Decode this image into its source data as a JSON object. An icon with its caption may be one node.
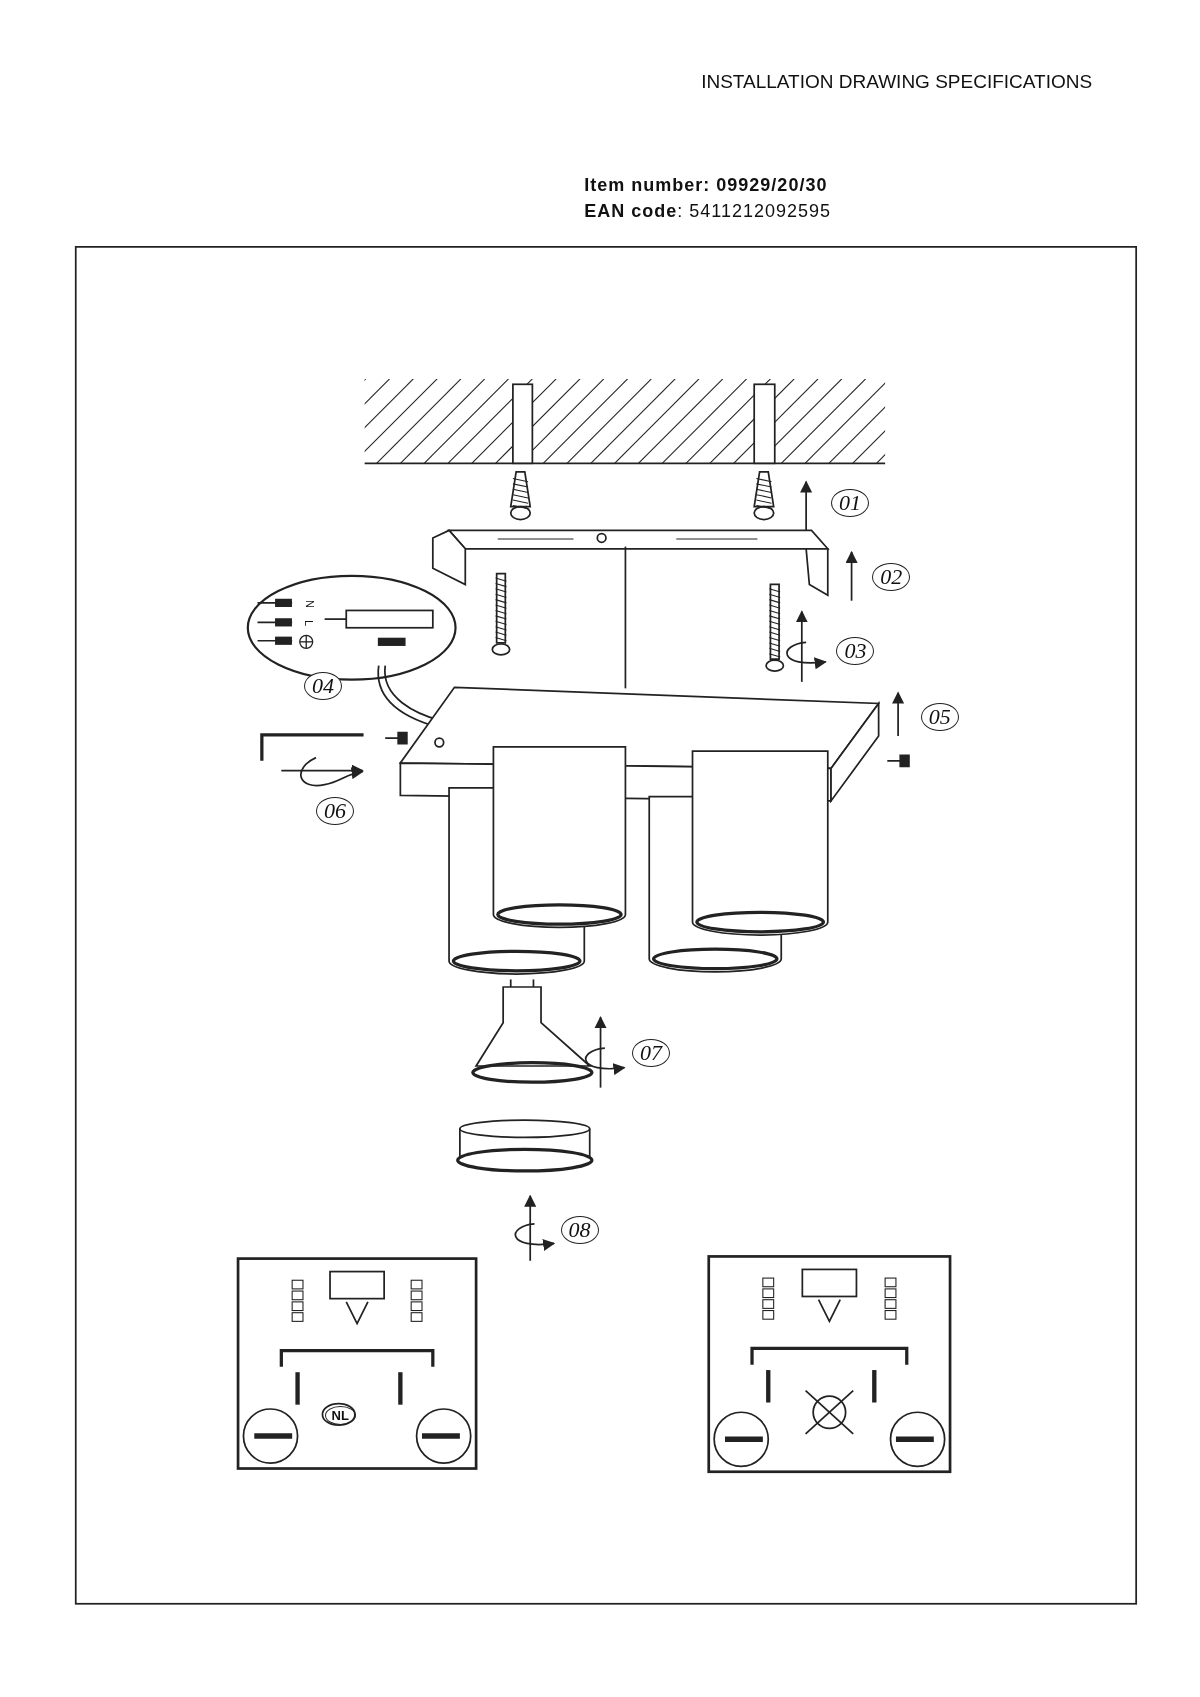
{
  "diagram": {
    "title": "INSTALLATION DRAWING SPECIFICATIONS",
    "labels": [
      "Item number: 09929/20/30",
      "**EAN code**: 5411212092595",
      "N",
      "L",
      "01",
      "02",
      "03",
      "04",
      "05",
      "06",
      "07",
      "08",
      "NL"
    ]
  }
}
